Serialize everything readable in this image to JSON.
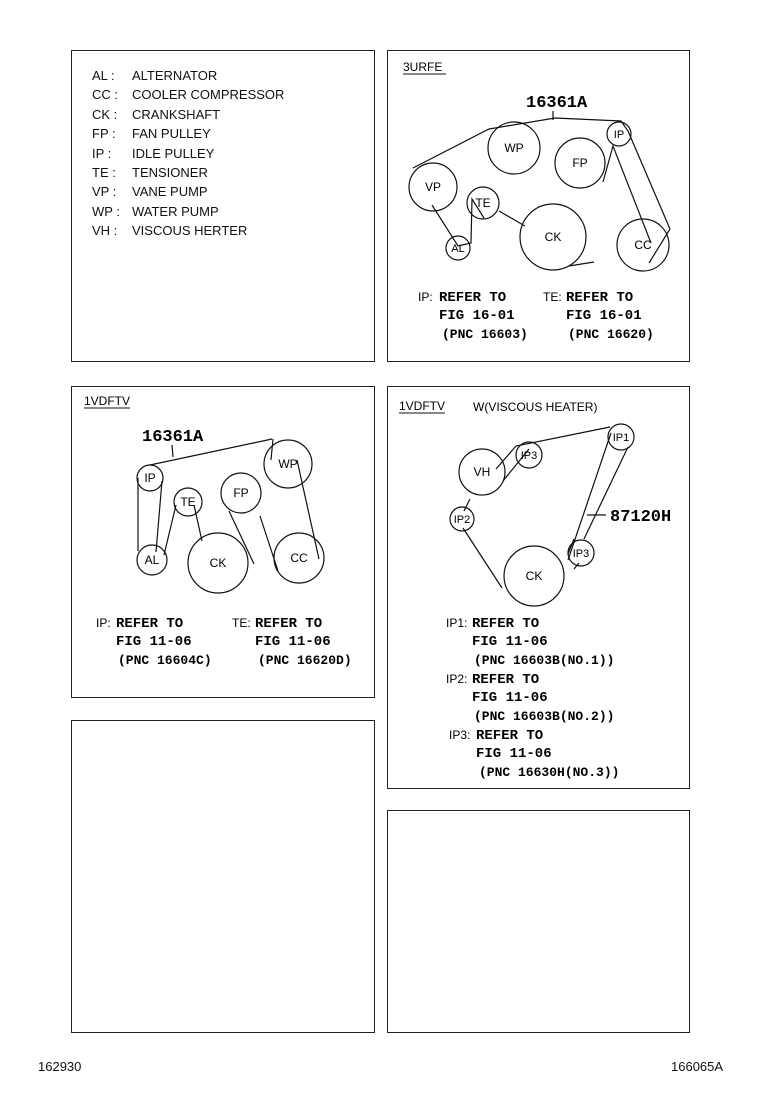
{
  "legend": [
    {
      "abbr": "AL :",
      "name": "ALTERNATOR"
    },
    {
      "abbr": "CC :",
      "name": "COOLER COMPRESSOR"
    },
    {
      "abbr": "CK :",
      "name": "CRANKSHAFT"
    },
    {
      "abbr": "FP :",
      "name": "FAN PULLEY"
    },
    {
      "abbr": "IP  :",
      "name": "IDLE PULLEY"
    },
    {
      "abbr": "TE :",
      "name": "TENSIONER"
    },
    {
      "abbr": "VP :",
      "name": "VANE PUMP"
    },
    {
      "abbr": "WP :",
      "name": "WATER PUMP"
    },
    {
      "abbr": "VH :",
      "name": "VISCOUS HERTER"
    }
  ],
  "panel_3urfe": {
    "engine": "3URFE",
    "part_no": "16361A",
    "pulleys": {
      "wp": "WP",
      "fp": "FP",
      "ip": "IP",
      "vp": "VP",
      "te": "TE",
      "al": "AL",
      "ck": "CK",
      "cc": "CC"
    },
    "ref_ip": {
      "prefix": "IP:",
      "l1": "REFER TO",
      "l2": "FIG 16-01",
      "l3": "(PNC 16603)"
    },
    "ref_te": {
      "prefix": "TE:",
      "l1": "REFER TO",
      "l2": "FIG 16-01",
      "l3": "(PNC 16620)"
    }
  },
  "panel_1vdftv_a": {
    "engine": "1VDFTV",
    "part_no": "16361A",
    "pulleys": {
      "ip": "IP",
      "te": "TE",
      "fp": "FP",
      "wp": "WP",
      "al": "AL",
      "ck": "CK",
      "cc": "CC"
    },
    "ref_ip": {
      "prefix": "IP:",
      "l1": "REFER TO",
      "l2": "FIG 11-06",
      "l3": "(PNC 16604C)"
    },
    "ref_te": {
      "prefix": "TE:",
      "l1": "REFER TO",
      "l2": "FIG 11-06",
      "l3": "(PNC 16620D)"
    }
  },
  "panel_1vdftv_b": {
    "engine": "1VDFTV",
    "variant": "W(VISCOUS HEATER)",
    "part_no": "87120H",
    "pulleys": {
      "vh": "VH",
      "ip1": "IP1",
      "ip2": "IP2",
      "ip3a": "IP3",
      "ip3b": "IP3",
      "ck": "CK"
    },
    "ref_ip1": {
      "prefix": "IP1:",
      "l1": "REFER TO",
      "l2": "FIG 11-06",
      "l3": "(PNC 16603B(NO.1))"
    },
    "ref_ip2": {
      "prefix": "IP2:",
      "l1": "REFER TO",
      "l2": "FIG 11-06",
      "l3": "(PNC 16603B(NO.2))"
    },
    "ref_ip3": {
      "prefix": "IP3:",
      "l1": "REFER TO",
      "l2": "FIG 11-06",
      "l3": "(PNC 16630H(NO.3))"
    }
  },
  "footer": {
    "left": "162930",
    "right": "166065A"
  }
}
